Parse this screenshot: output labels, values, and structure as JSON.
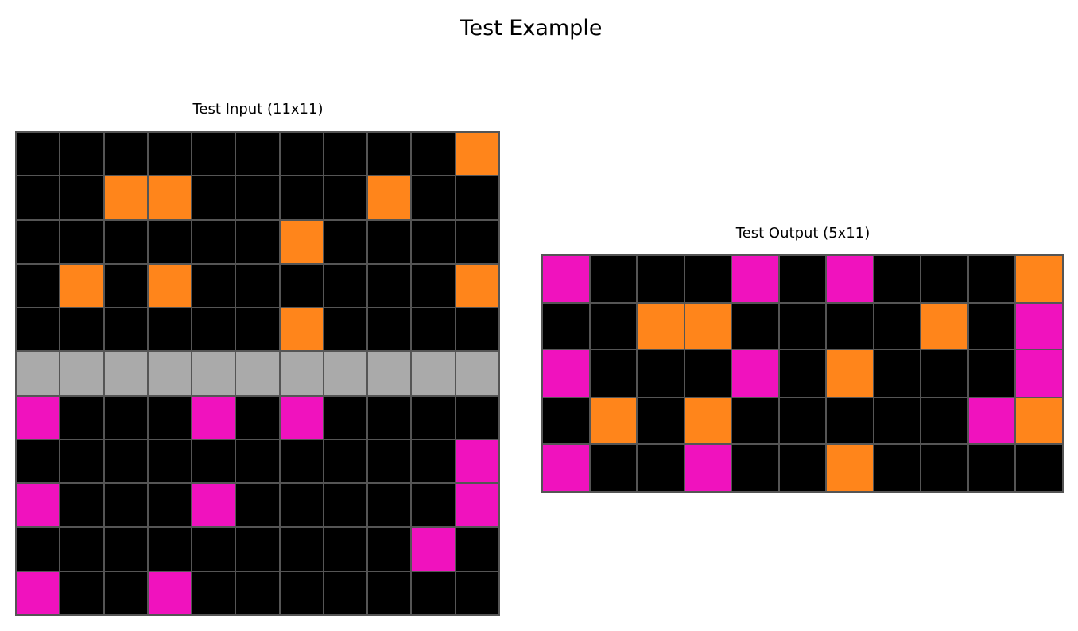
{
  "title": "Test Example",
  "palette": {
    "0": "#000000",
    "5": "#aaaaaa",
    "6": "#f012be",
    "7": "#ff851b"
  },
  "input": {
    "title": "Test Input (11x11)",
    "rows": 11,
    "cols": 11,
    "grid": [
      [
        0,
        0,
        0,
        0,
        0,
        0,
        0,
        0,
        0,
        0,
        7
      ],
      [
        0,
        0,
        7,
        7,
        0,
        0,
        0,
        0,
        7,
        0,
        0
      ],
      [
        0,
        0,
        0,
        0,
        0,
        0,
        7,
        0,
        0,
        0,
        0
      ],
      [
        0,
        7,
        0,
        7,
        0,
        0,
        0,
        0,
        0,
        0,
        7
      ],
      [
        0,
        0,
        0,
        0,
        0,
        0,
        7,
        0,
        0,
        0,
        0
      ],
      [
        5,
        5,
        5,
        5,
        5,
        5,
        5,
        5,
        5,
        5,
        5
      ],
      [
        6,
        0,
        0,
        0,
        6,
        0,
        6,
        0,
        0,
        0,
        0
      ],
      [
        0,
        0,
        0,
        0,
        0,
        0,
        0,
        0,
        0,
        0,
        6
      ],
      [
        6,
        0,
        0,
        0,
        6,
        0,
        0,
        0,
        0,
        0,
        6
      ],
      [
        0,
        0,
        0,
        0,
        0,
        0,
        0,
        0,
        0,
        6,
        0
      ],
      [
        6,
        0,
        0,
        6,
        0,
        0,
        0,
        0,
        0,
        0,
        0
      ]
    ]
  },
  "output": {
    "title": "Test Output (5x11)",
    "rows": 5,
    "cols": 11,
    "grid": [
      [
        6,
        0,
        0,
        0,
        6,
        0,
        6,
        0,
        0,
        0,
        7
      ],
      [
        0,
        0,
        7,
        7,
        0,
        0,
        0,
        0,
        7,
        0,
        6
      ],
      [
        6,
        0,
        0,
        0,
        6,
        0,
        7,
        0,
        0,
        0,
        6
      ],
      [
        0,
        7,
        0,
        7,
        0,
        0,
        0,
        0,
        0,
        6,
        7
      ],
      [
        6,
        0,
        0,
        6,
        0,
        0,
        7,
        0,
        0,
        0,
        0
      ]
    ]
  }
}
